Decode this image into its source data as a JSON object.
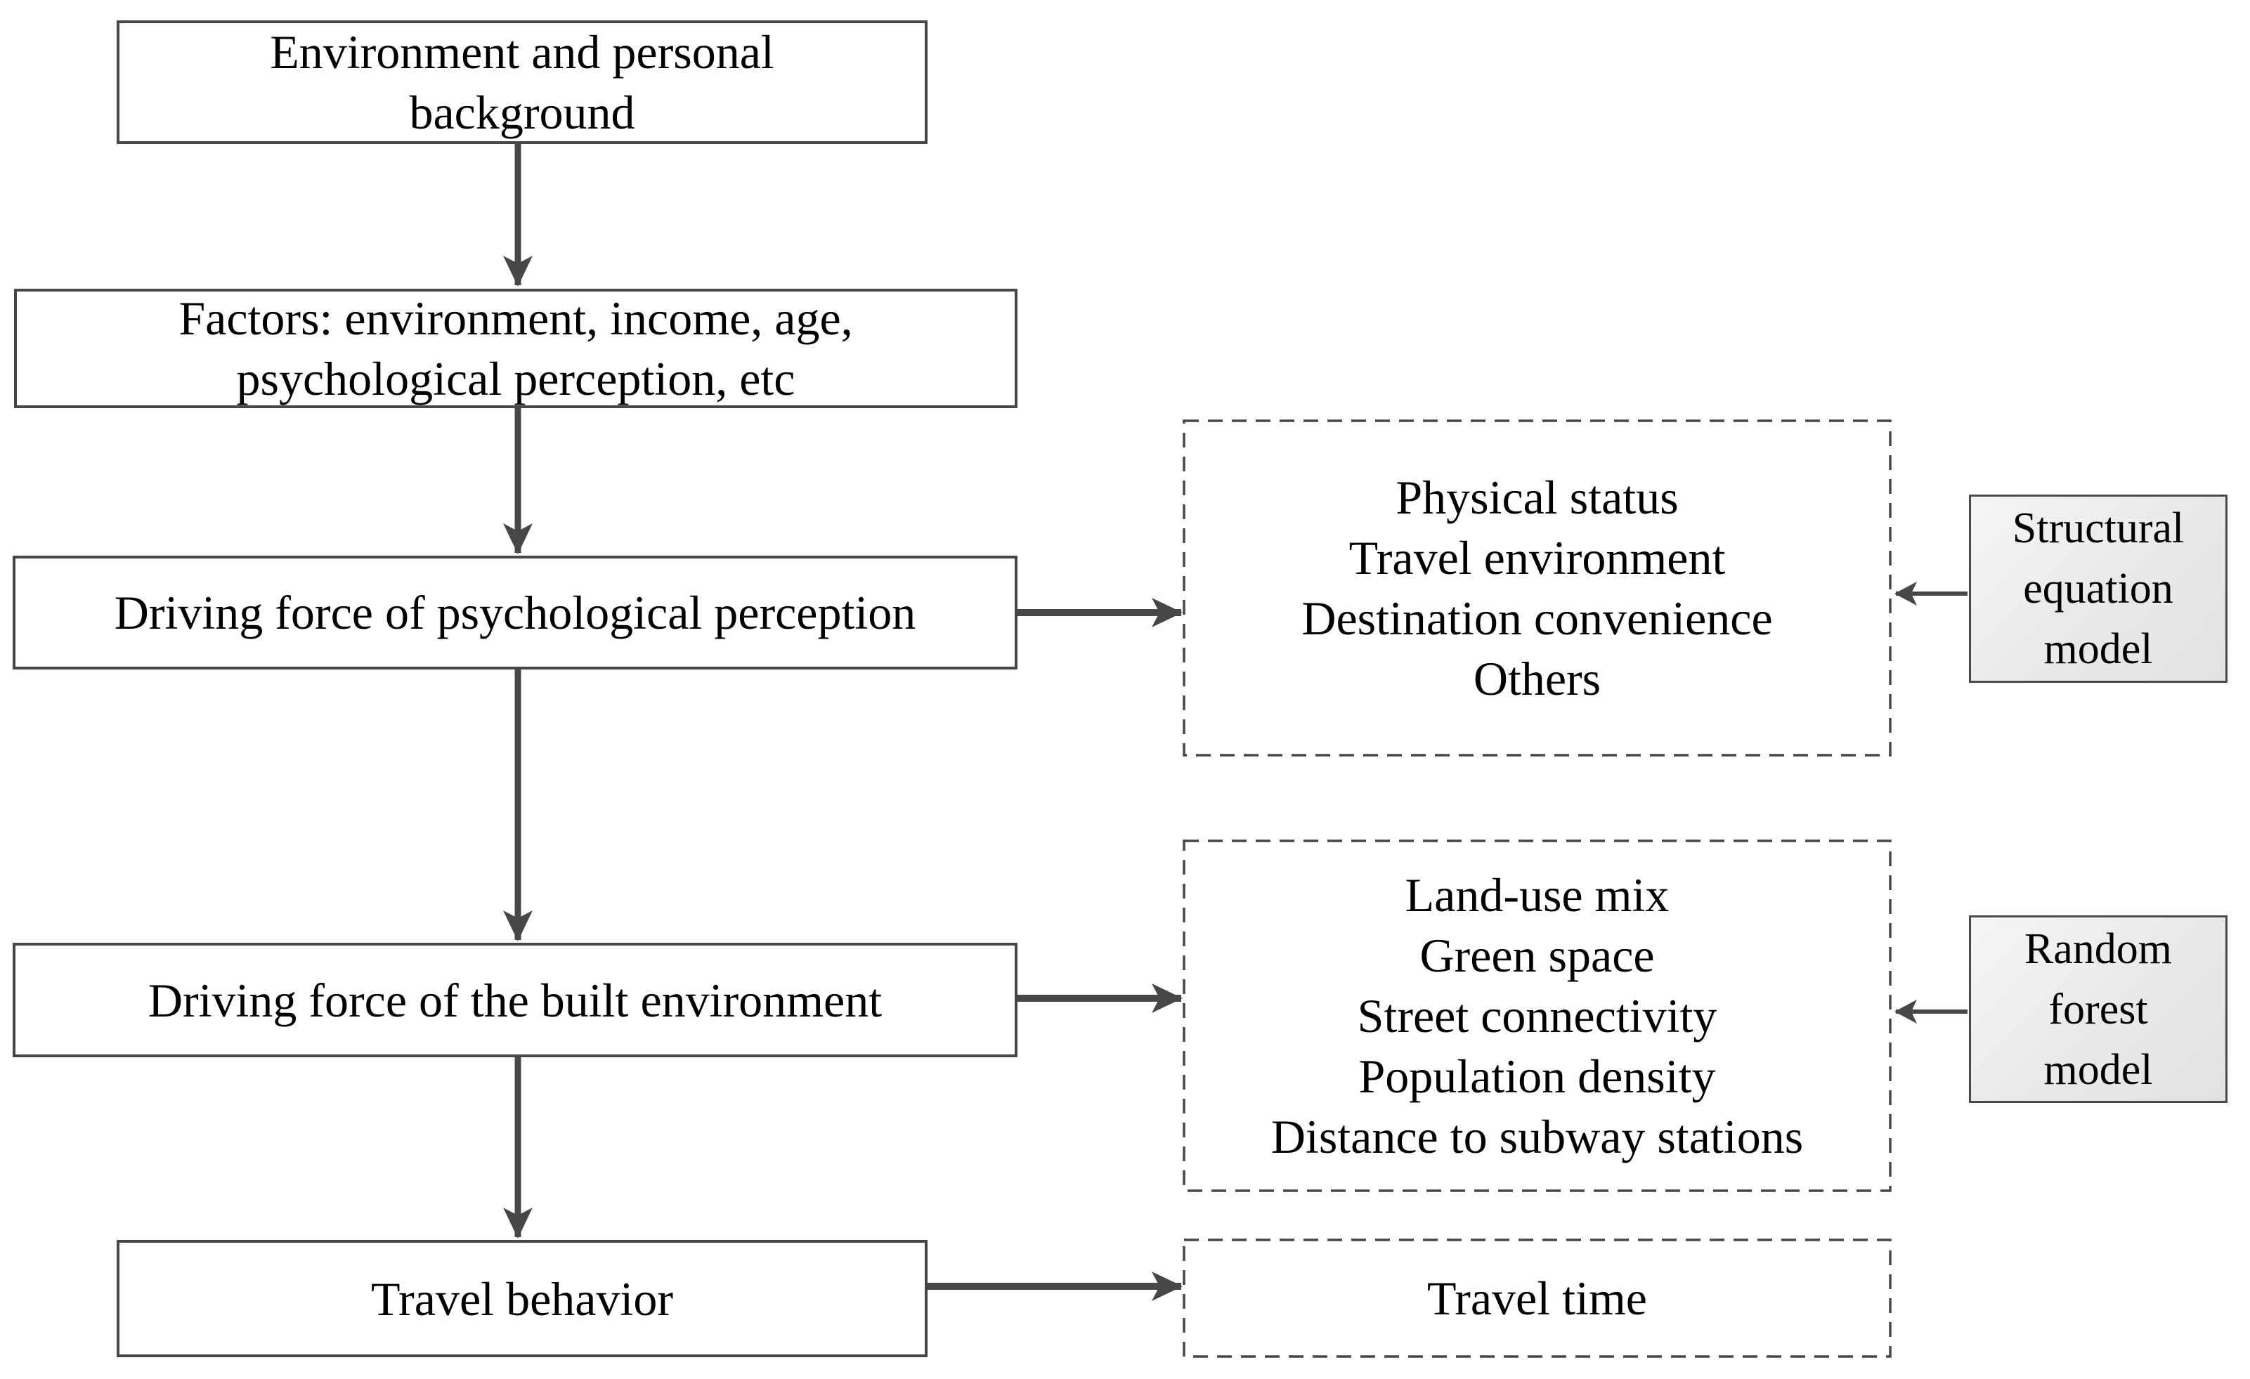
{
  "colors": {
    "stroke": "#474747",
    "text": "#000000",
    "model_fill_light": "#f5f5f5",
    "model_fill_dark": "#e2e2e2",
    "background": "#ffffff"
  },
  "flow": {
    "box_env": {
      "lines": [
        "Environment and personal",
        "background"
      ]
    },
    "box_factors": {
      "lines": [
        "Factors: environment, income, age,",
        "psychological perception, etc"
      ]
    },
    "box_psych": {
      "lines": [
        "Driving force of psychological perception"
      ]
    },
    "box_built": {
      "lines": [
        "Driving force of the built environment"
      ]
    },
    "box_travel": {
      "lines": [
        "Travel behavior"
      ]
    }
  },
  "outputs": {
    "psych_factors": {
      "lines": [
        "Physical status",
        "Travel environment",
        "Destination convenience",
        "Others"
      ]
    },
    "built_factors": {
      "lines": [
        "Land-use mix",
        "Green space",
        "Street connectivity",
        "Population density",
        "Distance to subway stations"
      ]
    },
    "travel_output": {
      "lines": [
        "Travel time"
      ]
    }
  },
  "models": {
    "sem": {
      "lines": [
        "Structural",
        "equation",
        "model"
      ]
    },
    "rf": {
      "lines": [
        "Random",
        "forest",
        "model"
      ]
    }
  }
}
